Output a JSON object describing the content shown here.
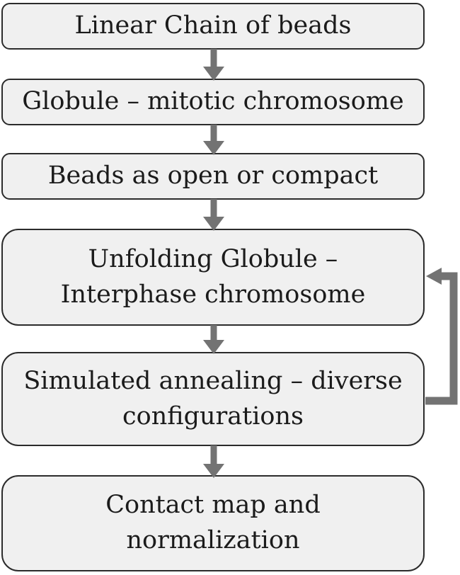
{
  "colors": {
    "background": "#ffffff",
    "box_fill": "#f0f0f0",
    "box_border": "#2b2b2b",
    "arrow": "#737373",
    "text": "#1b1b1b"
  },
  "diagram": {
    "type": "flowchart",
    "direction": "top-down",
    "steps": [
      {
        "line1": "Linear Chain of beads"
      },
      {
        "line1": "Globule – mitotic chromosome"
      },
      {
        "line1": "Beads as open or compact"
      },
      {
        "line1": "Unfolding Globule –",
        "line2": "Interphase chromosome"
      },
      {
        "line1": "Simulated annealing – diverse",
        "line2": "configurations"
      },
      {
        "line1": "Contact map and",
        "line2": "normalization"
      }
    ],
    "connections": [
      {
        "from": 1,
        "to": 2,
        "style": "down-arrow"
      },
      {
        "from": 2,
        "to": 3,
        "style": "down-arrow"
      },
      {
        "from": 3,
        "to": 4,
        "style": "down-arrow"
      },
      {
        "from": 4,
        "to": 5,
        "style": "down-arrow"
      },
      {
        "from": 5,
        "to": 6,
        "style": "down-arrow"
      },
      {
        "from": 5,
        "to": 4,
        "style": "feedback-loop-right"
      }
    ]
  }
}
